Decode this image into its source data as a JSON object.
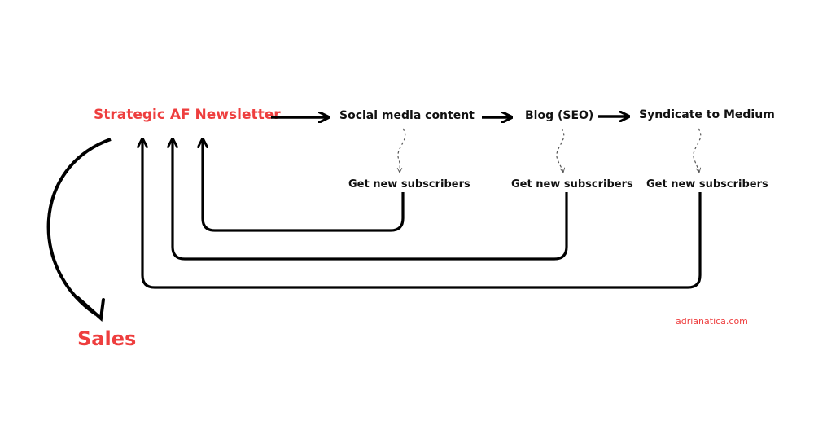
{
  "diagram": {
    "source": {
      "label": "Strategic AF Newsletter",
      "color": "#ee3e3e"
    },
    "steps": [
      {
        "label": "Social media content",
        "outcome": "Get new subscribers"
      },
      {
        "label": "Blog (SEO)",
        "outcome": "Get new subscribers"
      },
      {
        "label": "Syndicate to Medium",
        "outcome": "Get new subscribers"
      }
    ],
    "result": {
      "label": "Sales",
      "color": "#ee3e3e"
    },
    "credit": "adrianatica.com"
  }
}
